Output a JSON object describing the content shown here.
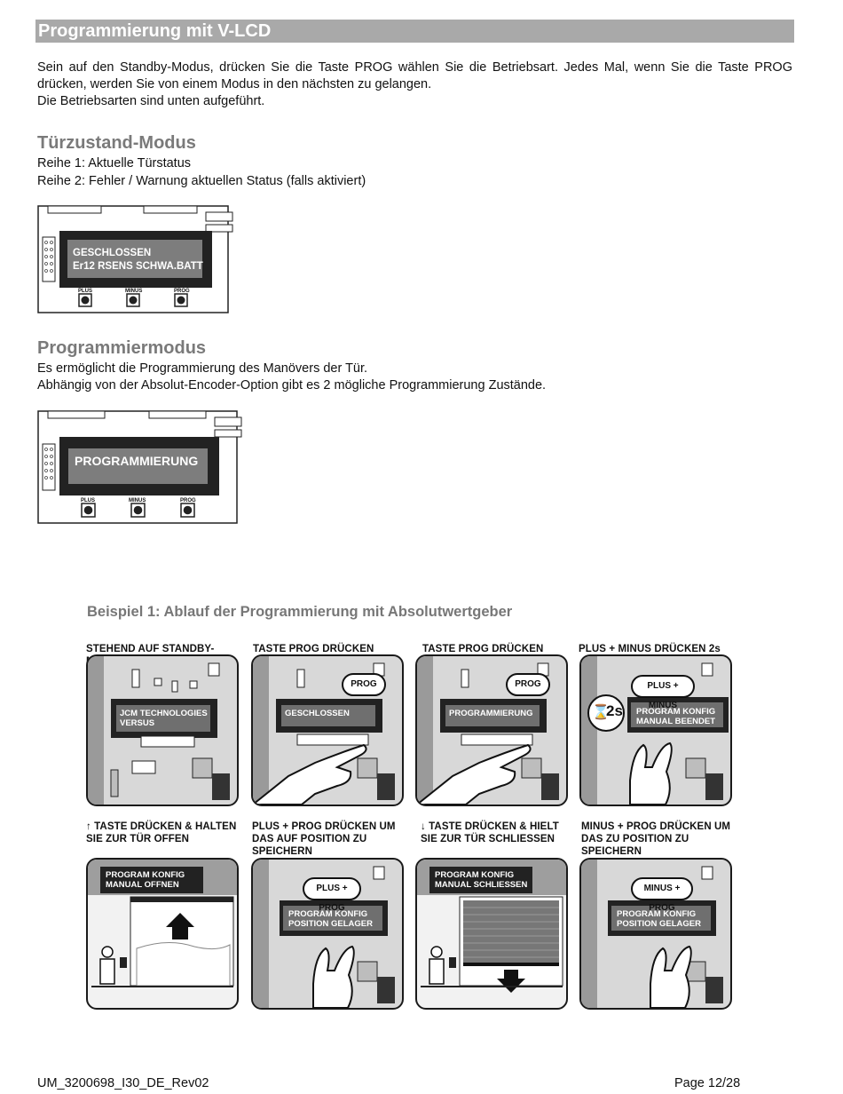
{
  "header": {
    "title": "Programmierung mit V-LCD"
  },
  "intro": {
    "p1": "Sein auf den Standby-Modus, drücken Sie die Taste PROG wählen Sie die Betriebsart. Jedes Mal, wenn Sie die Taste PROG drücken, werden Sie von einem Modus in den nächsten zu gelangen.",
    "p2": "Die Betriebsarten sind unten aufgeführt."
  },
  "door_mode": {
    "heading": "Türzustand-Modus",
    "line1": "Reihe 1: Aktuelle Türstatus",
    "line2": "Reihe 2: Fehler / Warnung aktuellen Status (falls aktiviert)",
    "lcd_row1": "GESCHLOSSEN",
    "lcd_row2": "Er12 RSENS SCHWA.BATT",
    "btn_plus": "PLUS",
    "btn_minus": "MINUS",
    "btn_prog": "PROG"
  },
  "prog_mode": {
    "heading": "Programmiermodus",
    "line1": "Es ermöglicht die Programmierung des Manövers der Tür.",
    "line2": "Abhängig von der Absolut-Encoder-Option gibt es 2 mögliche Programmierung Zustände.",
    "lcd_row1": "PROGRAMMIERUNG",
    "btn_plus": "PLUS",
    "btn_minus": "MINUS",
    "btn_prog": "PROG"
  },
  "example": {
    "title": "Beispiel 1: Ablauf der Programmierung mit Absolutwertgeber",
    "steps": [
      {
        "caption": "STEHEND AUF STANDBY-MODUS",
        "lcd1": "JCM TECHNOLOGIES",
        "lcd2": "VERSUS",
        "bubble": ""
      },
      {
        "caption": "TASTE PROG DRÜCKEN",
        "lcd1": "GESCHLOSSEN",
        "lcd2": "",
        "bubble": "PROG"
      },
      {
        "caption": "TASTE PROG DRÜCKEN",
        "lcd1": "PROGRAMMIERUNG",
        "lcd2": "",
        "bubble": "PROG"
      },
      {
        "caption": "PLUS + MINUS DRÜCKEN 2s",
        "lcd1": "PROGRAM KONFIG",
        "lcd2": "MANUAL BEENDET",
        "bubble": "PLUS + MINUS",
        "timer": "2s"
      },
      {
        "caption": "↑ TASTE DRÜCKEN & HALTEN SIE ZUR TÜR OFFEN",
        "lcd1": "PROGRAM KONFIG",
        "lcd2": "MANUAL OFFNEN",
        "bubble": ""
      },
      {
        "caption": "PLUS + PROG DRÜCKEN UM DAS AUF POSITION ZU SPEICHERN",
        "lcd1": "PROGRAM KONFIG",
        "lcd2": "POSITION GELAGER",
        "bubble": "PLUS + PROG"
      },
      {
        "caption": "↓ TASTE DRÜCKEN & HIELT SIE ZUR TÜR SCHLIESSEN",
        "lcd1": "PROGRAM KONFIG",
        "lcd2": "MANUAL SCHLIESSEN",
        "bubble": ""
      },
      {
        "caption": "MINUS + PROG DRÜCKEN UM DAS ZU POSITION ZU SPEICHERN",
        "lcd1": "PROGRAM KONFIG",
        "lcd2": "POSITION GELAGER",
        "bubble": "MINUS + PROG"
      }
    ]
  },
  "footer": {
    "doc_id": "UM_3200698_I30_DE_Rev02",
    "page": "Page 12/28"
  }
}
